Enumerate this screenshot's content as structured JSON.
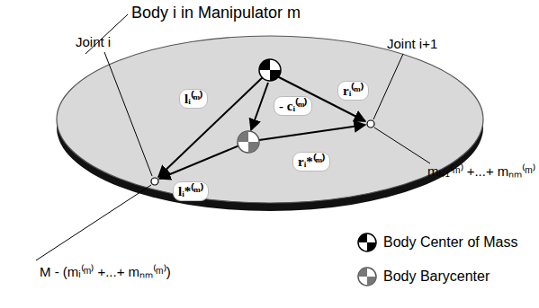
{
  "diagram": {
    "title": "Body i in Manipulator m",
    "nodes": [
      {
        "text": [
          "lᵢ⁽ᵐ⁾"
        ]
      },
      {
        "text": [
          "rᵢ⁽ᵐ⁾"
        ]
      },
      {
        "text": [
          "- cᵢ⁽ᵐ⁾"
        ]
      },
      {
        "text": [
          "lᵢ*⁽ᵐ⁾"
        ]
      },
      {
        "text": [
          "rᵢ*⁽ᵐ⁾"
        ]
      }
    ],
    "labels": [
      "Joint i",
      "Joint i+1",
      "M - (mᵢ⁽ᵐ⁾ +...+ mₙₘ⁽ᵐ⁾)",
      "mᵢ₊₁⁽ᵐ⁾ +...+ mₙₘ⁽ᵐ⁾"
    ],
    "legend": [
      {
        "text": "Body Center of Mass"
      },
      {
        "text": "Body Barycenter"
      }
    ]
  }
}
